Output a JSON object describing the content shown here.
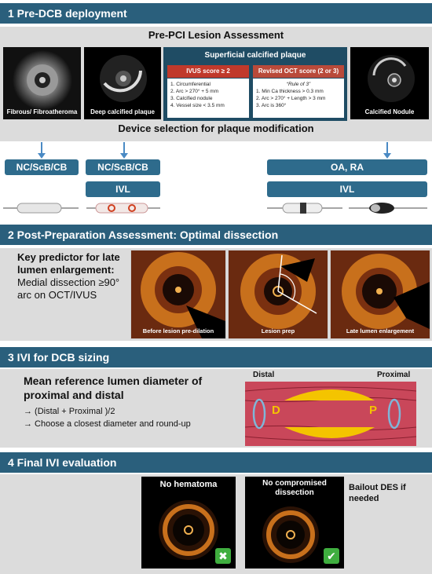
{
  "section1": {
    "header": "1 Pre-DCB deployment",
    "panel_title": "Pre-PCI Lesion Assessment",
    "images": [
      {
        "caption": "Fibrous/ Fibroatheroma"
      },
      {
        "caption": "Deep calcified plaque"
      },
      {
        "caption": "Calcified Nodule"
      }
    ],
    "superficial": {
      "title": "Superficial calcified plaque",
      "ivus_title": "IVUS score ≥ 2",
      "ivus_items": [
        "1. Circumferential",
        "2. Arc > 270° + 5 mm",
        "3. Calcified nodule",
        "4. Vessel size < 3.5 mm"
      ],
      "oct_title": "Revised OCT score (2 or 3)",
      "oct_rule": "“Rule of 3”",
      "oct_items": [
        "1. Min Ca thickness > 0.3 mm",
        "2. Arc > 270° + Length > 3  mm",
        "3. Arc is 360°"
      ]
    },
    "device_title": "Device selection for plaque modification",
    "devices": {
      "col1": "NC/ScB/CB",
      "col2": "NC/ScB/CB",
      "col2_ivl": "IVL",
      "col3": "OA, RA",
      "col3_ivl": "IVL"
    }
  },
  "section2": {
    "header": "2  Post-Preparation Assessment: Optimal dissection",
    "text_bold": "Key predictor for late lumen enlargement:",
    "text_body": "Medial dissection ≥90° arc on OCT/IVUS",
    "images": [
      {
        "caption": "Before lesion pre-dilation"
      },
      {
        "caption": "Lesion prep"
      },
      {
        "caption": "Late lumen enlargement"
      }
    ]
  },
  "section3": {
    "header": "3 IVI for DCB sizing",
    "title": "Mean reference lumen diameter of proximal and distal",
    "line1": "→ (Distal + Proximal )/2",
    "line2": "→ Choose a closest diameter and round-up",
    "distal_label": "Distal",
    "proximal_label": "Proximal",
    "d_letter": "D",
    "p_letter": "P"
  },
  "section4": {
    "header": "4  Final IVI evaluation",
    "img1_caption": "No hematoma",
    "img2_caption": "No compromised dissection",
    "check": "✔",
    "cross": "✖",
    "bailout": "Bailout DES if needed"
  },
  "colors": {
    "header": "#2a5f7c",
    "pill": "#2e6b8c",
    "panel": "#dcdcdc",
    "ivus_red": "#c0392b",
    "oct_box": "#1f4c64",
    "vessel": "#c9475a",
    "plaque": "#f4c400",
    "check_green": "#3fae3f"
  }
}
